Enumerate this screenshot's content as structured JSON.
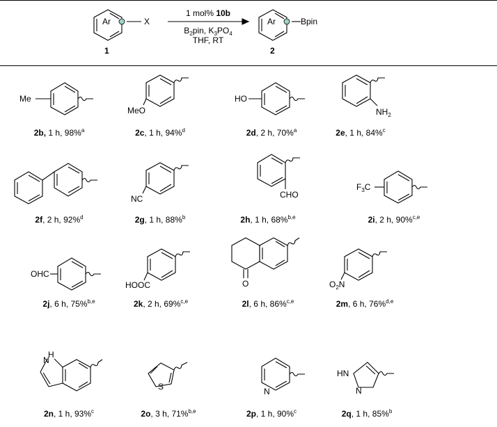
{
  "reaction": {
    "reactant_label": "1",
    "product_label": "2",
    "reactant_ring": "Ar",
    "product_ring": "Ar",
    "leaving_group": "X",
    "product_group": "Bpin",
    "cond_line1_pre": "1 mol% ",
    "cond_line1_cat": "10b",
    "cond_boron": "B",
    "cond_boron_sub": "2",
    "cond_boron_rest": "pin",
    "cond_base_sep": ", K",
    "cond_base_sub1": "3",
    "cond_base_rest": "PO",
    "cond_base_sub2": "4",
    "cond_line3": "THF, RT"
  },
  "entries": [
    {
      "id": "2b",
      "sep": ",",
      "time": " 1 h, ",
      "yield": "98%",
      "note": "a",
      "sub": "Me",
      "sub2": ""
    },
    {
      "id": "2c",
      "sep": "",
      "time": ", 1 h, ",
      "yield": "94%",
      "note": "d",
      "sub": "MeO",
      "sub2": ""
    },
    {
      "id": "2d",
      "sep": "",
      "time": ", 2 h, ",
      "yield": "70%",
      "note": "a",
      "sub": "HO",
      "sub2": ""
    },
    {
      "id": "2e",
      "sep": "",
      "time": ", 1 h, ",
      "yield": "84%",
      "note": "c",
      "sub": "NH",
      "sub2": "2"
    },
    {
      "id": "2f",
      "sep": "",
      "time": ", 2 h, ",
      "yield": "92%",
      "note": "d",
      "sub": "",
      "sub2": ""
    },
    {
      "id": "2g",
      "sep": "",
      "time": ", 1 h, ",
      "yield": "88%",
      "note": "b",
      "sub": "NC",
      "sub2": ""
    },
    {
      "id": "2h",
      "sep": "",
      "time": ", 1 h, ",
      "yield": "68%",
      "note": "b,e",
      "sub": "CHO",
      "sub2": ""
    },
    {
      "id": "2i",
      "sep": "",
      "time": ", 2 h, ",
      "yield": "90%",
      "note": "c,e",
      "sub": "F",
      "sub2": "3",
      "sub3": "C"
    },
    {
      "id": "2j",
      "sep": "",
      "time": ", 6 h, ",
      "yield": "75%",
      "note": "b,e",
      "sub": "OHC",
      "sub2": ""
    },
    {
      "id": "2k",
      "sep": "",
      "time": ", 2 h, ",
      "yield": "69%",
      "note": "c,e",
      "sub": "HOOC",
      "sub2": ""
    },
    {
      "id": "2l",
      "sep": "",
      "time": ", 6 h, ",
      "yield": "86%",
      "note": "c,e",
      "sub": "O",
      "sub2": ""
    },
    {
      "id": "2m",
      "sep": "",
      "time": ", 6 h, ",
      "yield": "76%",
      "note": "d,e",
      "sub": "O",
      "sub2": "2",
      "sub3": "N"
    },
    {
      "id": "2n",
      "sep": "",
      "time": ", 1 h, ",
      "yield": "93%",
      "note": "c",
      "sub": "H",
      "sub2": "N"
    },
    {
      "id": "2o",
      "sep": "",
      "time": ", 3 h, ",
      "yield": "71%",
      "note": "b,e",
      "sub": "S",
      "sub2": ""
    },
    {
      "id": "2p",
      "sep": "",
      "time": ", 1 h, ",
      "yield": "90%",
      "note": "c",
      "sub": "N",
      "sub2": ""
    },
    {
      "id": "2q",
      "sep": "",
      "time": ", 1 h, ",
      "yield": "85%",
      "note": "b",
      "sub": "HN",
      "sub2": "N"
    }
  ],
  "colors": {
    "line": "#000000",
    "highlight": "#9fd3c7"
  }
}
